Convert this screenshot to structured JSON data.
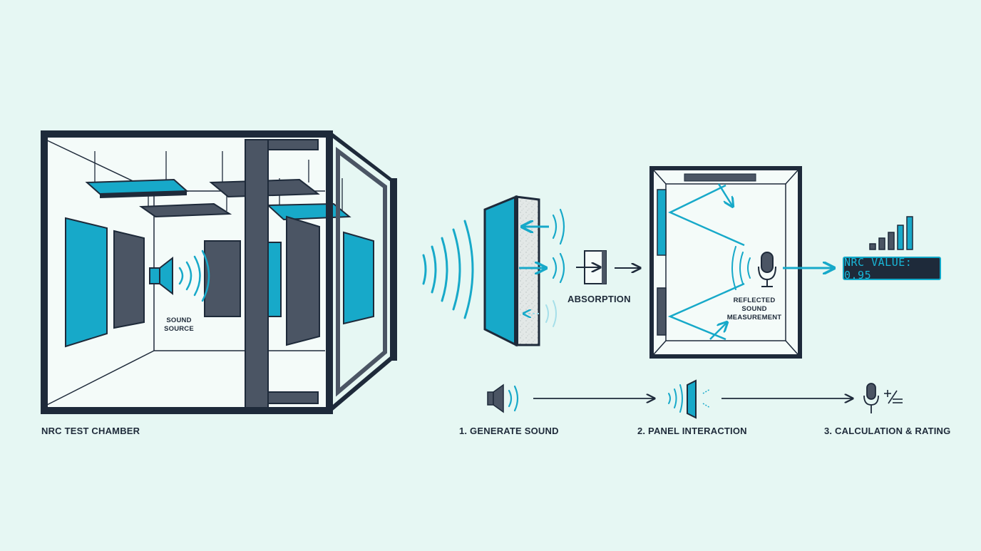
{
  "labels": {
    "chamber": "NRC TEST CHAMBER",
    "sound_source_line1": "SOUND",
    "sound_source_line2": "SOURCE",
    "absorption": "ABSORPTION",
    "reflected_line1": "REFLECTED",
    "reflected_line2": "SOUND",
    "reflected_line3": "MEASUREMENT",
    "nrc_value": "NRC VALUE: 0.95"
  },
  "steps": [
    {
      "label": "1. GENERATE SOUND"
    },
    {
      "label": "2. PANEL INTERACTION"
    },
    {
      "label": "3. CALCULATION & RATING"
    }
  ],
  "colors": {
    "background": "#e6f7f3",
    "frame": "#1e2a3a",
    "accent": "#17a9c9",
    "panel_dark": "#4b5564",
    "wall": "#f4fbf9"
  },
  "icons": [
    "speaker-icon",
    "microphone-icon",
    "signal-bars-icon",
    "sound-wave-icon",
    "arrow-icon",
    "acoustic-panel-icon",
    "plus-minus-icon"
  ]
}
